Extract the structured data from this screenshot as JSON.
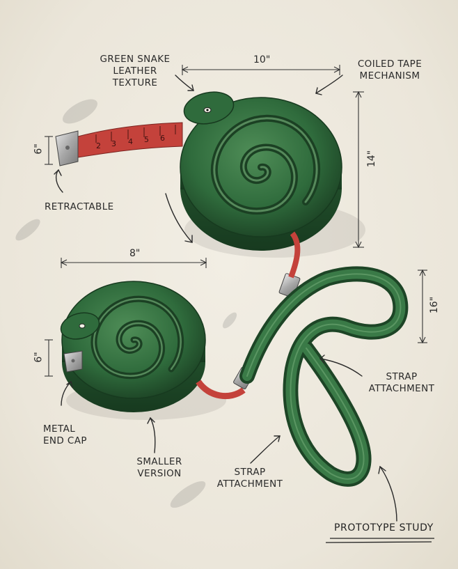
{
  "labels": {
    "green_snake": "GREEN SNAKE\nLEATHER\nTEXTURE",
    "coiled_tape": "COILED TAPE\nMECHANISM",
    "retractable": "RETRACTABLE",
    "metal_end_cap": "METAL\nEND CAP",
    "smaller_version": "SMALLER\nVERSION",
    "strap_attachment_right": "STRAP\nATTACHMENT",
    "strap_attachment_bottom": "STRAP\nATTACHMENT",
    "prototype_study": "PROTOTYPE STUDY"
  },
  "dimensions": {
    "top_width": "10\"",
    "top_height": "14\"",
    "top_tape": "6\"",
    "small_width": "8\"",
    "small_height": "6\"",
    "strap_height": "16\""
  },
  "tape_numbers": [
    "2",
    "3",
    "4",
    "5",
    "6"
  ],
  "colors": {
    "snake_green": "#2f6b3c",
    "snake_dark": "#1d4526",
    "tape_red": "#c4423b",
    "metal": "#b8b8b8",
    "ink": "#2a2a2a"
  }
}
